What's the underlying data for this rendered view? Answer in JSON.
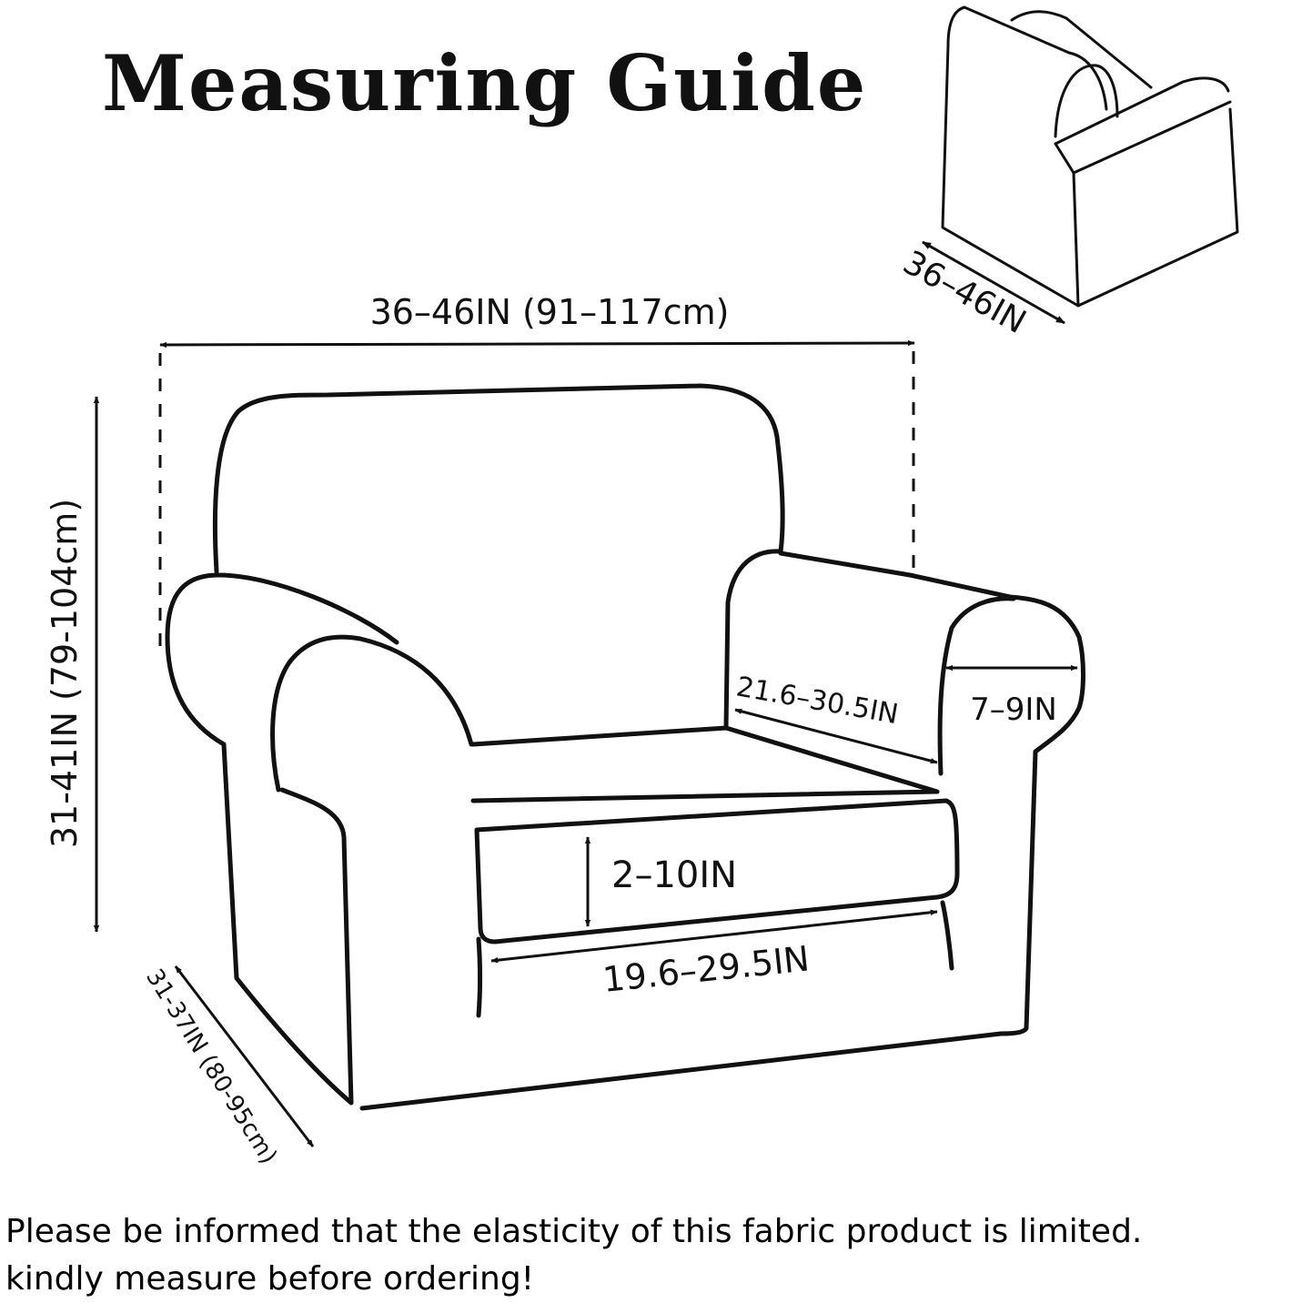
{
  "title": "Measuring Guide",
  "dimensions": {
    "width": "36–46IN (91–117cm)",
    "height": "31-41IN (79-104cm)",
    "depth": "31-37IN (80-95cm)",
    "arm_length": "21.6–30.5IN",
    "arm_width": "7–9IN",
    "cushion_height": "2–10IN",
    "seat_width": "19.6–29.5IN",
    "back_view_width": "36–46IN"
  },
  "notice": {
    "line1": "Please be informed that the elasticity of this fabric product is limited.",
    "line2": "kindly measure before ordering!"
  },
  "colors": {
    "line": "#111111",
    "background": "#ffffff"
  }
}
